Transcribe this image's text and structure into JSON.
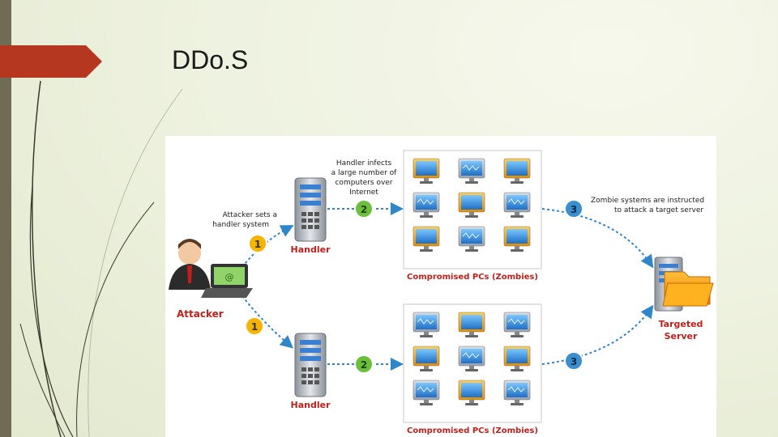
{
  "slide": {
    "title": "DDo.S"
  },
  "diagram": {
    "attacker_label": "Attacker",
    "attacker_note": [
      "Attacker sets a",
      "handler system"
    ],
    "handler_note": [
      "Handler infects",
      "a large number of",
      "computers over",
      "Internet"
    ],
    "zombie_note": [
      "Zombie systems are instructed",
      "to attack a target server"
    ],
    "handler_label_top": "Handler",
    "handler_label_bottom": "Handler",
    "zombies_label_top": "Compromised PCs (Zombies)",
    "zombies_label_bottom": "Compromised PCs (Zombies)",
    "target_label": [
      "Targeted",
      "Server"
    ],
    "step_badges": {
      "top_1": "1",
      "top_2": "2",
      "top_3": "3",
      "bottom_1": "1",
      "bottom_2": "2",
      "bottom_3": "3"
    },
    "colors": {
      "label_red": "#c0201b",
      "badge_yellow": "#f5b400",
      "badge_green": "#6cbf3b",
      "badge_blue": "#3a8fcf",
      "arrow_blue": "#2f86c9"
    }
  }
}
